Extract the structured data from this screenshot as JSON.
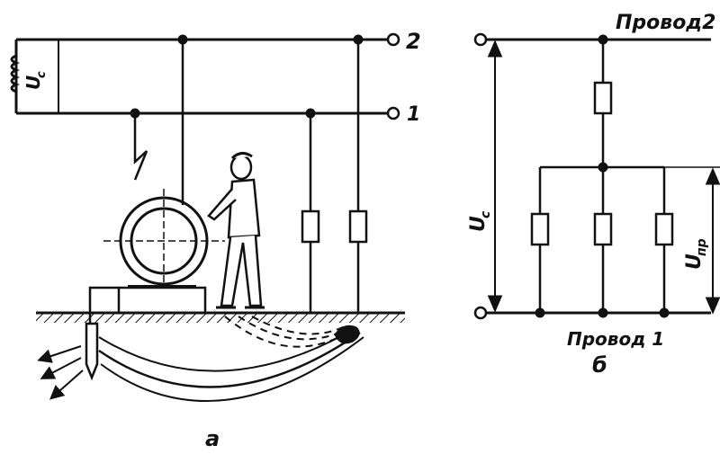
{
  "figure_a": {
    "terminal_2": "2",
    "terminal_1": "1",
    "source_voltage": "U",
    "source_voltage_sub": "c",
    "caption": "а"
  },
  "figure_b": {
    "wire_2_label": "Провод2",
    "wire_1_label": "Провод 1",
    "source_voltage": "U",
    "source_voltage_sub": "c",
    "touch_voltage": "U",
    "touch_voltage_sub": "пр",
    "caption": "б"
  },
  "colors": {
    "ink": "#111111",
    "background": "#ffffff"
  }
}
